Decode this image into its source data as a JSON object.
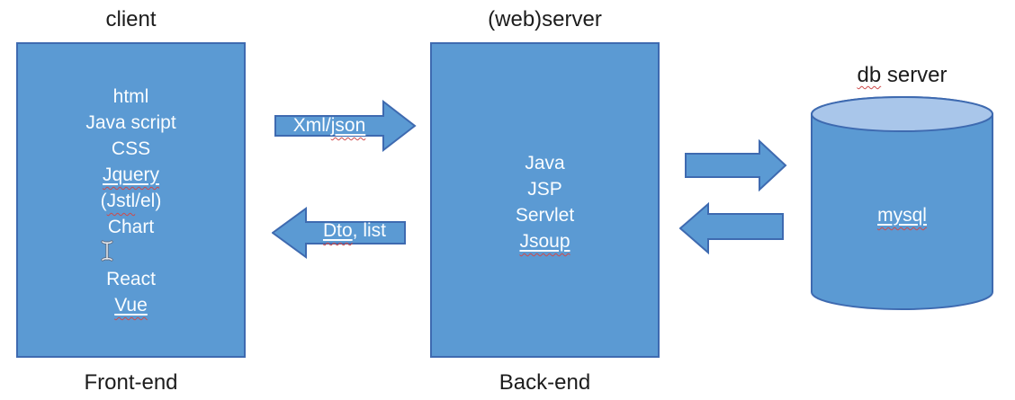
{
  "colors": {
    "box_fill": "#5b9ad3",
    "box_border": "#3e6ab0",
    "cylinder_top": "#a9c6ea",
    "spellcheck_wavy": "#cf4a4a",
    "label_ink": "#1c1c1c",
    "box_text": "#fafdff"
  },
  "client": {
    "title": "client",
    "footer": "Front-end",
    "lines": [
      [
        {
          "t": "html"
        }
      ],
      [
        {
          "t": "Java script"
        }
      ],
      [
        {
          "t": "CSS"
        }
      ],
      [
        {
          "t": "Jquery",
          "m": "uw"
        }
      ],
      [
        {
          "t": "("
        },
        {
          "t": "Jstl",
          "m": "w"
        },
        {
          "t": "/el)"
        }
      ],
      [
        {
          "t": "Chart"
        }
      ],
      [],
      [
        {
          "t": "React"
        }
      ],
      [
        {
          "t": "Vue",
          "m": "uw"
        }
      ]
    ]
  },
  "server": {
    "title": "(web)server",
    "footer": "Back-end",
    "lines": [
      [
        {
          "t": "Java"
        }
      ],
      [
        {
          "t": "JSP"
        }
      ],
      [
        {
          "t": "Servlet"
        }
      ],
      [
        {
          "t": "Jsoup",
          "m": "uw"
        }
      ]
    ]
  },
  "db": {
    "title_segments": [
      {
        "t": "db",
        "m": "w"
      },
      {
        "t": " server"
      }
    ],
    "label_segments": [
      {
        "t": "mysql",
        "m": "uw"
      }
    ]
  },
  "arrows": {
    "client_to_server": {
      "direction": "right",
      "label_segments": [
        {
          "t": "Xml/"
        },
        {
          "t": "json",
          "m": "uw"
        }
      ]
    },
    "server_to_client": {
      "direction": "left",
      "label_segments": [
        {
          "t": "Dto",
          "m": "uw"
        },
        {
          "t": ", list"
        }
      ]
    },
    "server_to_db": {
      "direction": "right",
      "label_segments": []
    },
    "db_to_server": {
      "direction": "left",
      "label_segments": []
    }
  },
  "cursor": {
    "type": "text-ibeam"
  }
}
